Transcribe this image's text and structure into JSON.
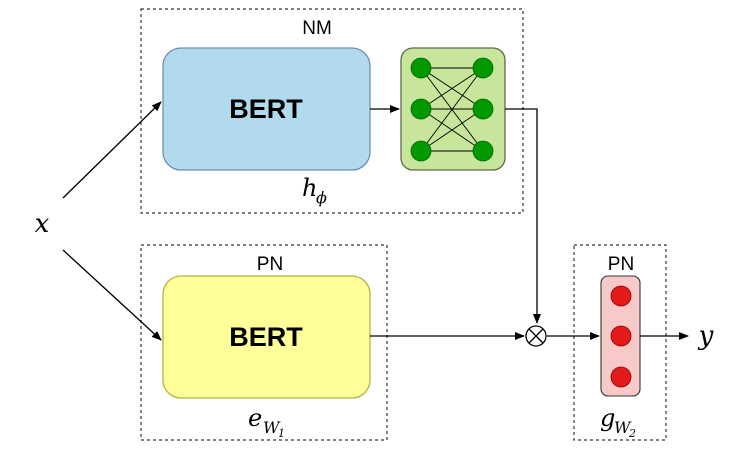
{
  "colors": {
    "bert_top_fill": "#b1dbec",
    "bert_top_stroke": "#6d8fb3",
    "bert_bottom_fill": "#ffff99",
    "bert_bottom_stroke": "#b7b04a",
    "mlp_fill": "#c7e69c",
    "mlp_node": "#009900",
    "pn_small_fill": "#f8c9c9",
    "pn_small_node": "#e31a1a"
  },
  "labels": {
    "nm": "NM",
    "pn_left": "PN",
    "pn_right": "PN",
    "bert_top": "BERT",
    "bert_bottom": "BERT"
  },
  "math": {
    "x": "x",
    "y": "y",
    "h": "h",
    "h_sub": "ϕ",
    "e": "e",
    "e_sub": "W",
    "e_subsub": "1",
    "g": "g",
    "g_sub": "W",
    "g_subsub": "2"
  }
}
